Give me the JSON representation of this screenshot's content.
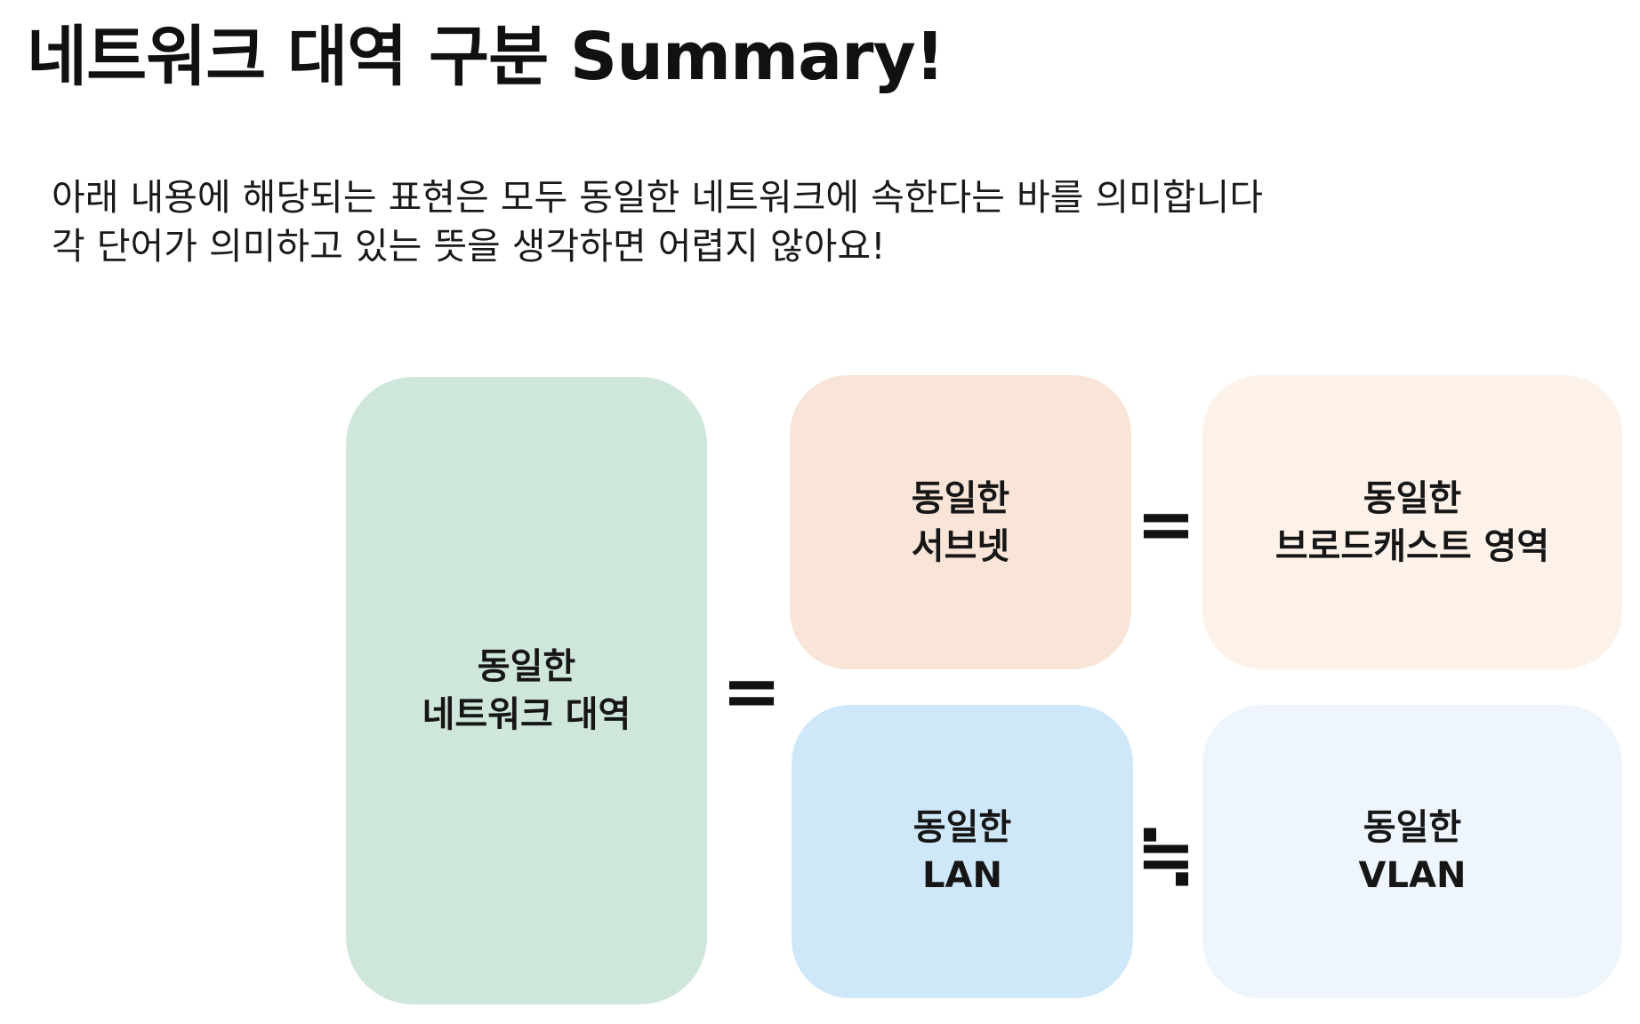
{
  "slide": {
    "title": "네트워크 대역 구분 Summary!",
    "description": [
      "아래 내용에 해당되는 표현은 모두 동일한 네트워크에 속한다는 바를 의미합니다",
      "각 단어가 의미하고 있는 뜻을 생각하면 어렵지 않아요!"
    ]
  },
  "diagram": {
    "network_band": {
      "line1": "동일한",
      "line2": "네트워크 대역",
      "color": "#cfe6da"
    },
    "subnet": {
      "line1": "동일한",
      "line2": "서브넷",
      "color": "#f8e5d7"
    },
    "broadcast": {
      "line1": "동일한",
      "line2": "브로드캐스트 영역",
      "color": "#fdf2e9"
    },
    "lan": {
      "line1": "동일한",
      "line2": "LAN",
      "color": "#cfe8f9"
    },
    "vlan": {
      "line1": "동일한",
      "line2": "VLAN",
      "color": "#eef5fc"
    },
    "operators": {
      "main_equals": "=",
      "subnet_equals": "=",
      "approx_equals": "≒"
    }
  }
}
